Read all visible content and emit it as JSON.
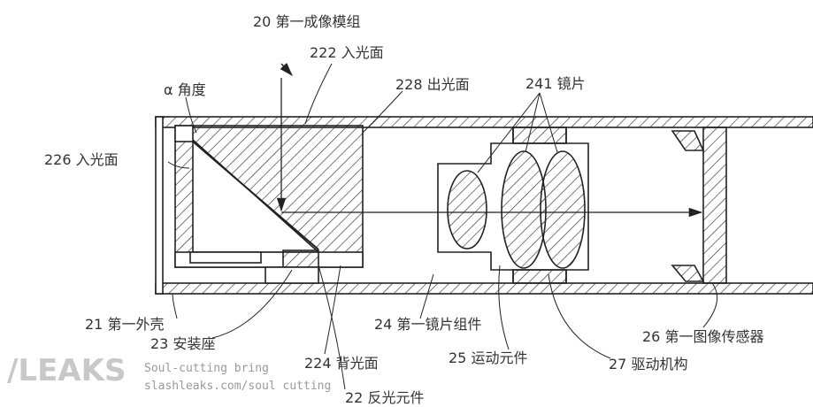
{
  "labels": {
    "module": "20 第一成像模组",
    "in_face_222": "222 入光面",
    "out_face_228": "228 出光面",
    "lens_241": "241 镜片",
    "angle": "α 角度",
    "in_face_226": "226 入光面",
    "housing_21": "21 第一外壳",
    "mount_23": "23 安装座",
    "reflector_22": "22 反光元件",
    "back_face_224": "224 背光面",
    "lens_group_24": "24 第一镜片组件",
    "moving_25": "25 运动元件",
    "drive_27": "27 驱动机构",
    "sensor_26": "26 第一图像传感器"
  },
  "watermark": {
    "logo": "/LEAKS",
    "line1": "Soul-cutting bring",
    "line2": "slashleaks.com/soul cutting"
  }
}
